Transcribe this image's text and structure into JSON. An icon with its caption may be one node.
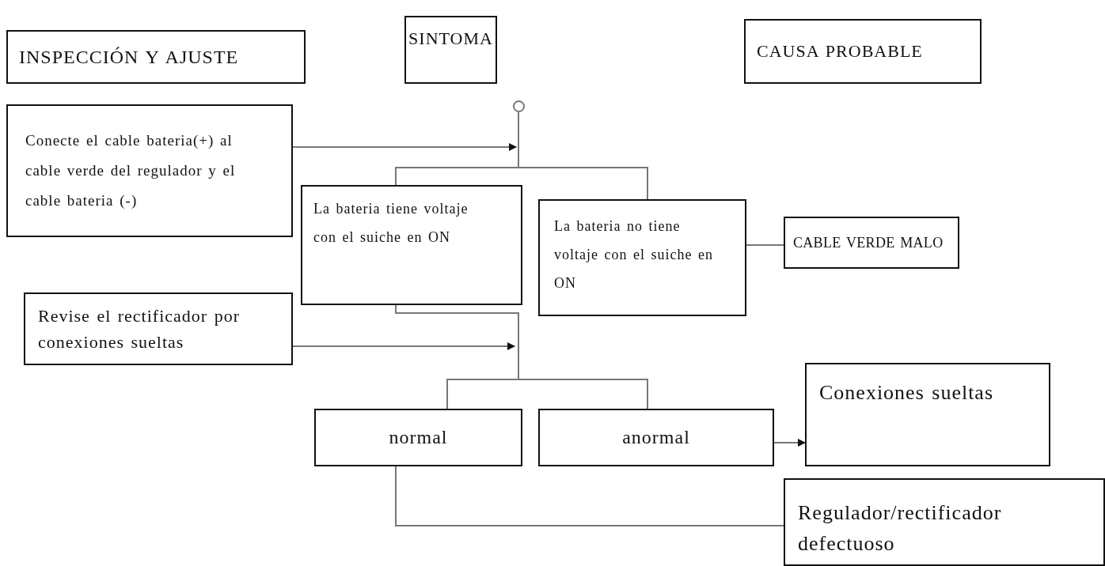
{
  "diagram": {
    "nodes": [
      {
        "text": [
          "INSPECCIÓN Y AJUSTE"
        ]
      },
      {
        "text": [
          "SINTOMA"
        ]
      },
      {
        "text": [
          "CAUSA PROBABLE"
        ]
      },
      {
        "text": [
          "Conecte el cable bateria(+) al cable verde del regulador y el cable bateria (-)"
        ]
      },
      {
        "text": [],
        "shape": "circle"
      },
      {
        "text": [
          "La bateria  tiene voltaje con el suiche en ON"
        ]
      },
      {
        "text": [
          "La bateria no tiene voltaje con el suiche en ON"
        ]
      },
      {
        "text": [
          "CABLE VERDE MALO"
        ]
      },
      {
        "text": [
          "Revise el rectificador por conexiones sueltas"
        ]
      },
      {
        "text": [
          "normal"
        ]
      },
      {
        "text": [
          "anormal"
        ]
      },
      {
        "text": [
          "Conexiones sueltas"
        ]
      },
      {
        "text": [
          "Regulador/rectificador defectuoso"
        ]
      }
    ],
    "edges": [
      {
        "from": 3,
        "to": null,
        "arrow": "to"
      },
      {
        "from": 4,
        "to": 5,
        "arrow": "none"
      },
      {
        "from": 4,
        "to": 6,
        "arrow": "none"
      },
      {
        "from": 6,
        "to": 7,
        "arrow": "none"
      },
      {
        "from": 5,
        "to": 9,
        "arrow": "none"
      },
      {
        "from": 5,
        "to": 10,
        "arrow": "none"
      },
      {
        "from": 8,
        "to": null,
        "arrow": "to"
      },
      {
        "from": 10,
        "to": 11,
        "arrow": "to"
      },
      {
        "from": 9,
        "to": 12,
        "arrow": "none"
      }
    ]
  }
}
